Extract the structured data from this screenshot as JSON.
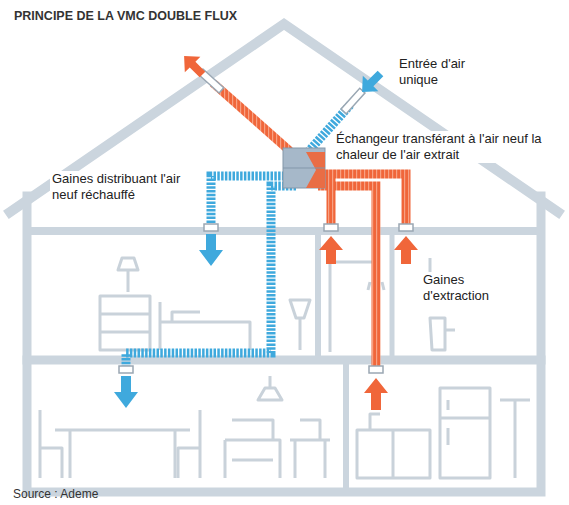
{
  "diagram": {
    "title": "PRINCIPE DE LA VMC DOUBLE FLUX",
    "caption": "Source : Ademe",
    "labels": [
      "Entrée d'air unique",
      "Échangeur transférant à l'air neuf la chaleur de l'air extrait",
      "Gaines distribuant l'air neuf réchauffé",
      "Gaines d'extraction"
    ]
  }
}
